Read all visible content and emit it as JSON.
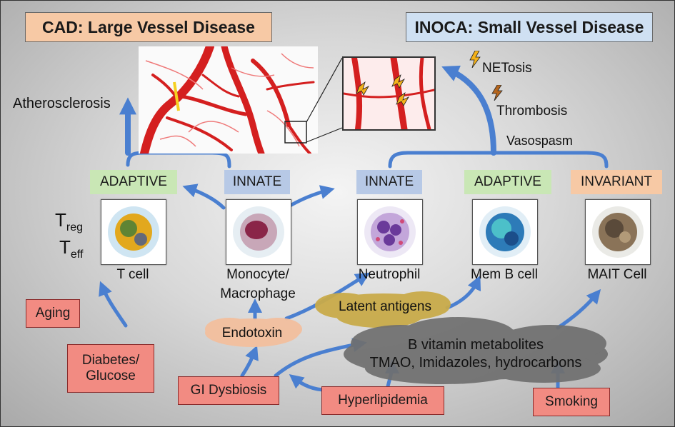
{
  "titles": {
    "cad": "CAD: Large Vessel Disease",
    "inoca": "INOCA: Small Vessel Disease"
  },
  "labels": {
    "atherosclerosis": "Atherosclerosis",
    "netosis": "NETosis",
    "thrombosis": "Thrombosis",
    "vasospasm": "Vasospasm"
  },
  "categories": [
    {
      "id": "adaptive-1",
      "label": "ADAPTIVE",
      "color": "#c9e7b5"
    },
    {
      "id": "innate-1",
      "label": "INNATE",
      "color": "#b7c9e6"
    },
    {
      "id": "innate-2",
      "label": "INNATE",
      "color": "#b7c9e6"
    },
    {
      "id": "adaptive-2",
      "label": "ADAPTIVE",
      "color": "#c9e7b5"
    },
    {
      "id": "invariant",
      "label": "INVARIANT",
      "color": "#f7c9a5"
    }
  ],
  "tcell_markers": {
    "treg_base": "T",
    "treg_sub": "reg",
    "teff_base": "T",
    "teff_sub": "eff"
  },
  "cells": {
    "tcell": "T cell",
    "monocyte_1": "Monocyte/",
    "monocyte_2": "Macrophage",
    "neutrophil": "Neutrophil",
    "memb": "Mem B cell",
    "mait": "MAIT Cell"
  },
  "clouds": {
    "latent": "Latent antigens",
    "endotoxin": "Endotoxin",
    "metabolites_1": "B vitamin metabolites",
    "metabolites_2": "TMAO, Imidazoles, hydrocarbons"
  },
  "risk_factors": {
    "aging": "Aging",
    "diabetes_1": "Diabetes/",
    "diabetes_2": "Glucose",
    "gi": "GI Dysbiosis",
    "hyperlipidemia": "Hyperlipidemia",
    "smoking": "Smoking"
  },
  "colors": {
    "arrow": "#4a7fd0",
    "risk": "#f28b82",
    "adaptive": "#c9e7b5",
    "innate": "#b7c9e6",
    "invariant": "#f7c9a5",
    "cad_title": "#f7c9a5",
    "inoca_title": "#cfe0f2"
  }
}
